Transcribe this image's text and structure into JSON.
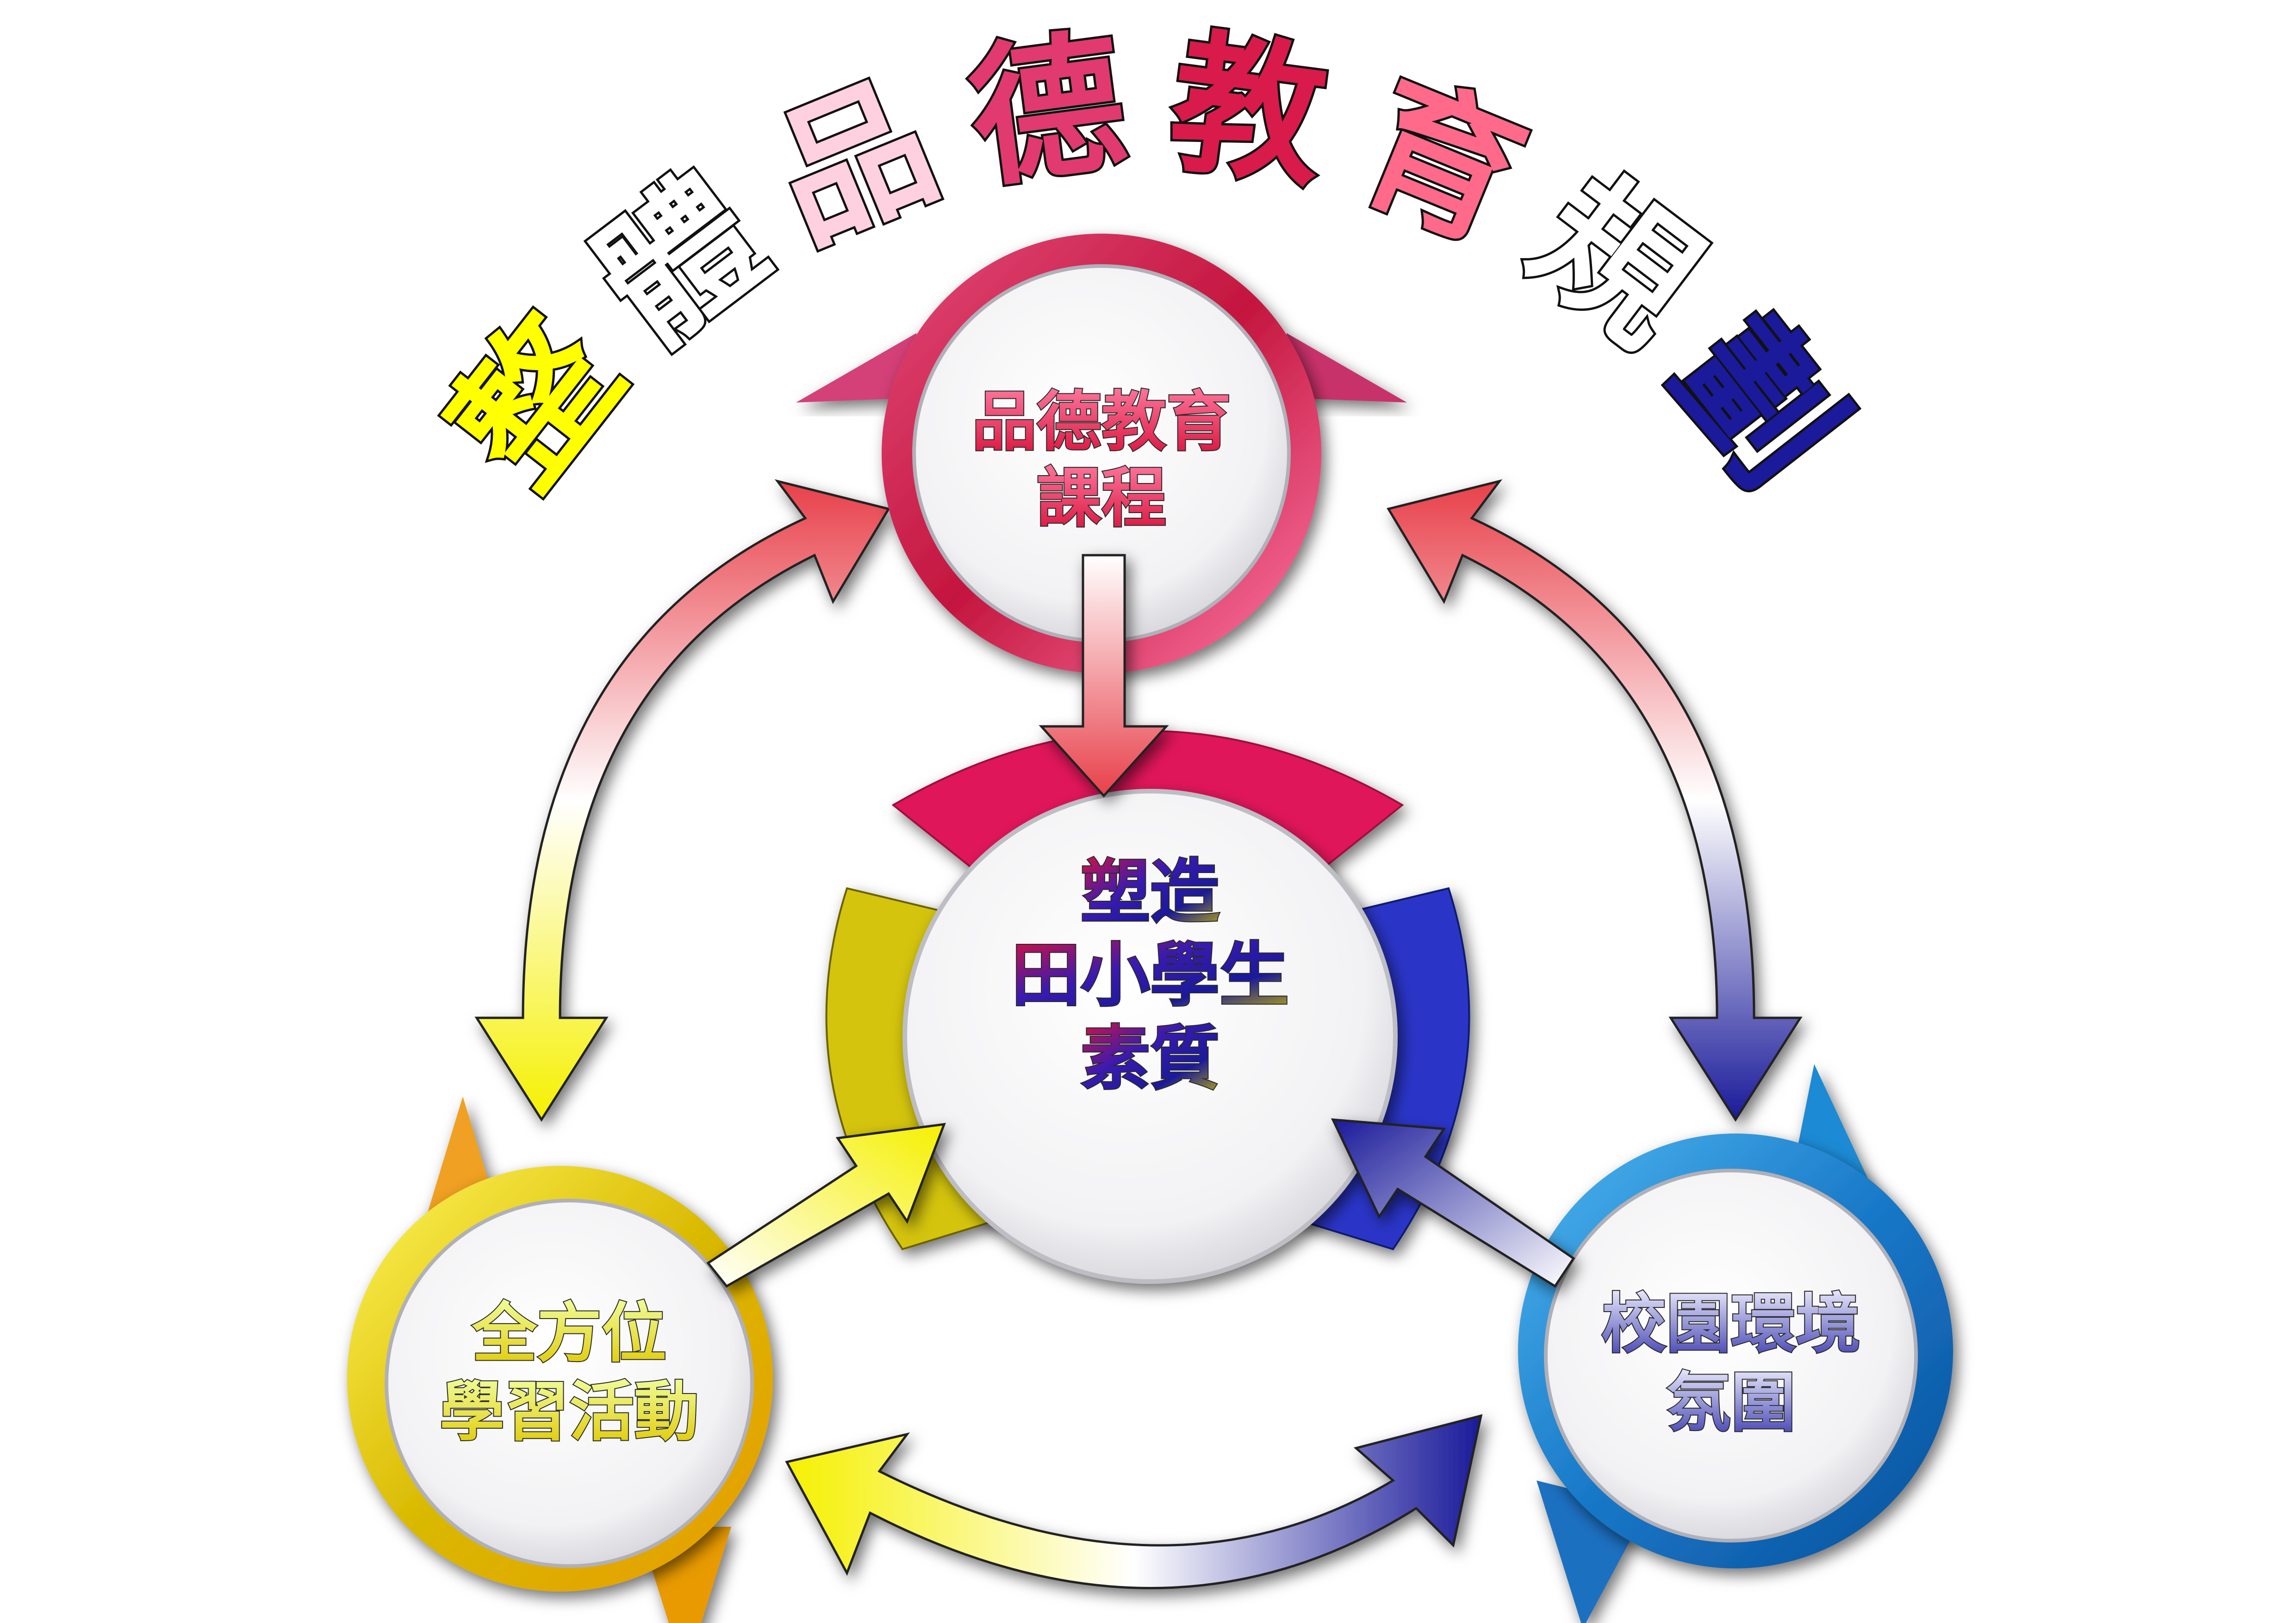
{
  "title": {
    "text": "整體品德教育規劃"
  },
  "nodes": {
    "top": {
      "lines": [
        "品德教育",
        "課程"
      ],
      "color": "#d81b4a"
    },
    "left": {
      "lines": [
        "全方位",
        "學習活動"
      ],
      "color": "#e8cf1a"
    },
    "right": {
      "lines": [
        "校園環境",
        "氛圍"
      ],
      "color": "#1a8ad4"
    },
    "center": {
      "lines": [
        "塑造",
        "田小學生",
        "素質"
      ]
    }
  },
  "colors": {
    "title_gradient": [
      "#ffff00",
      "#d81b60",
      "#d81b4a",
      "#ffffff",
      "#1a1a9a"
    ],
    "ring_top": "#e0195a",
    "ring_left": "#d4c40a",
    "ring_right": "#2a36c8",
    "arrow_red": "#e8404a",
    "arrow_yellow": "#f5f000",
    "arrow_blue": "#1a1a9a"
  },
  "icons": [
    "arrow-top-to-center",
    "arrow-left-to-center",
    "arrow-right-to-center",
    "curved-arrow-top-left",
    "curved-arrow-top-right",
    "curved-arrow-bottom"
  ]
}
